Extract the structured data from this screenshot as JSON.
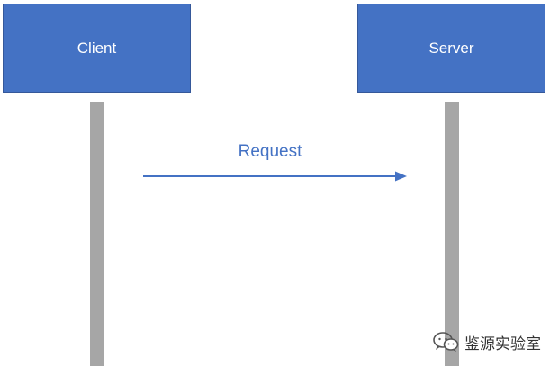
{
  "actors": {
    "client": "Client",
    "server": "Server"
  },
  "message": {
    "label": "Request"
  },
  "watermark": {
    "text": "鉴源实验室",
    "icon": "wechat-icon"
  },
  "colors": {
    "actor_fill": "#4472c4",
    "arrow": "#4472c4",
    "lifeline": "#a6a6a6"
  }
}
